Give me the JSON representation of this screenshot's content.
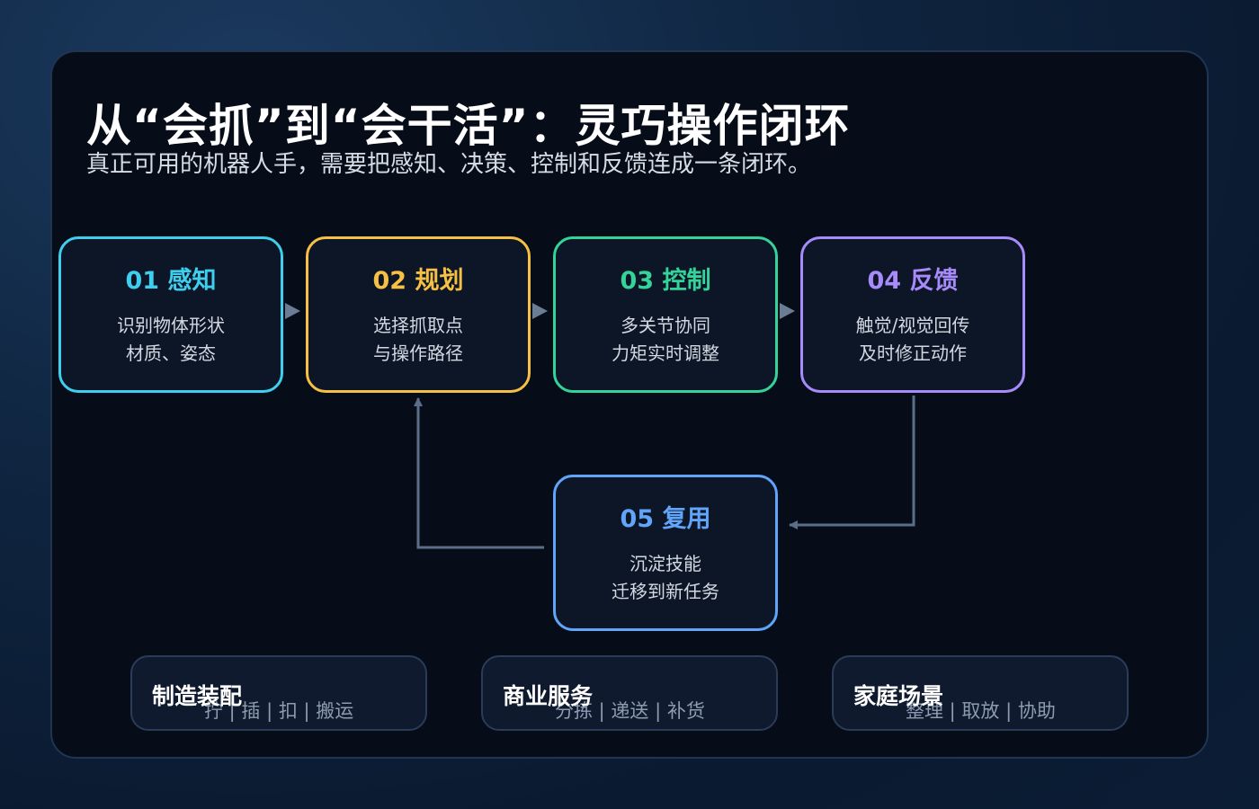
{
  "title": "从“会抓”到“会干活”：灵巧操作闭环",
  "subtitle": "真正可用的机器人手，需要把感知、决策、控制和反馈连成一条闭环。",
  "steps": [
    {
      "heading": "01 感知",
      "line1": "识别物体形状",
      "line2": "材质、姿态",
      "color": "#3ecfee"
    },
    {
      "heading": "02 规划",
      "line1": "选择抓取点",
      "line2": "与操作路径",
      "color": "#f5c043"
    },
    {
      "heading": "03 控制",
      "line1": "多关节协同",
      "line2": "力矩实时调整",
      "color": "#34d399"
    },
    {
      "heading": "04 反馈",
      "line1": "触觉/视觉回传",
      "line2": "及时修正动作",
      "color": "#a78bfa"
    },
    {
      "heading": "05 复用",
      "line1": "沉淀技能",
      "line2": "迁移到新任务",
      "color": "#60a5fa"
    }
  ],
  "scenes": [
    {
      "name": "制造装配",
      "items": "拧 | 插 | 扣 | 搬运"
    },
    {
      "name": "商业服务",
      "items": "分拣 | 递送 | 补货"
    },
    {
      "name": "家庭场景",
      "items": "整理 | 取放 | 协助"
    }
  ],
  "colors": {
    "connector": "#5b6e89",
    "panel_bg": "#060d18",
    "card_bg": "#0d1626"
  }
}
